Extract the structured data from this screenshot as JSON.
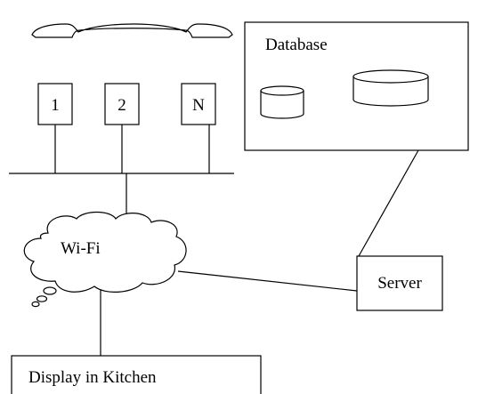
{
  "terminals": [
    {
      "label": "1"
    },
    {
      "label": "2"
    },
    {
      "label": "N"
    }
  ],
  "database": {
    "label": "Database"
  },
  "cloud": {
    "label": "Wi-Fi"
  },
  "server": {
    "label": "Server"
  },
  "kitchen": {
    "label": "Display in Kitchen"
  },
  "colors": {
    "stroke": "#000000",
    "background": "#ffffff"
  }
}
